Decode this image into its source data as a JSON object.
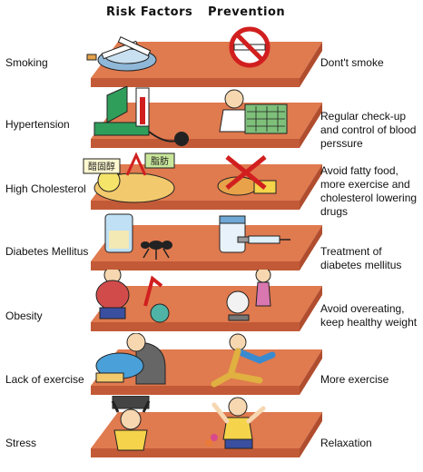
{
  "headers": {
    "risk": "Risk Factors",
    "prevention": "Prevention"
  },
  "rows": [
    {
      "factor": "Smoking",
      "prevention": "Dont't smoke"
    },
    {
      "factor": "Hypertension",
      "prevention": "Regular check-up and control of blood perssure"
    },
    {
      "factor": "High Cholesterol",
      "prevention": "Avoid fatty food, more exercise and cholesterol lowering drugs"
    },
    {
      "factor": "Diabetes Mellitus",
      "prevention": "Treatment of diabetes mellitus"
    },
    {
      "factor": "Obesity",
      "prevention": "Avoid overeating, keep healthy weight"
    },
    {
      "factor": "Lack of exercise",
      "prevention": "More exercise"
    },
    {
      "factor": "Stress",
      "prevention": "Relaxation"
    }
  ],
  "illustration_text": {
    "cholesterol_sign_1": "醋固醇",
    "cholesterol_sign_2": "脂肪"
  },
  "icons": [
    "ashtray-cigarettes-icon",
    "no-smoking-icon",
    "blood-pressure-meter-icon",
    "doctor-calendar-icon",
    "fatty-blob-icon",
    "rejected-food-icon",
    "sugar-ants-icon",
    "medicine-syringe-icon",
    "overweight-person-icon",
    "person-on-scale-icon",
    "person-in-armchair-icon",
    "person-stretching-icon",
    "stressed-person-icon",
    "relaxed-person-icon"
  ],
  "colors": {
    "slab_top": "#e07a4f",
    "slab_front": "#c25a37",
    "accent_red": "#d11f1f"
  }
}
